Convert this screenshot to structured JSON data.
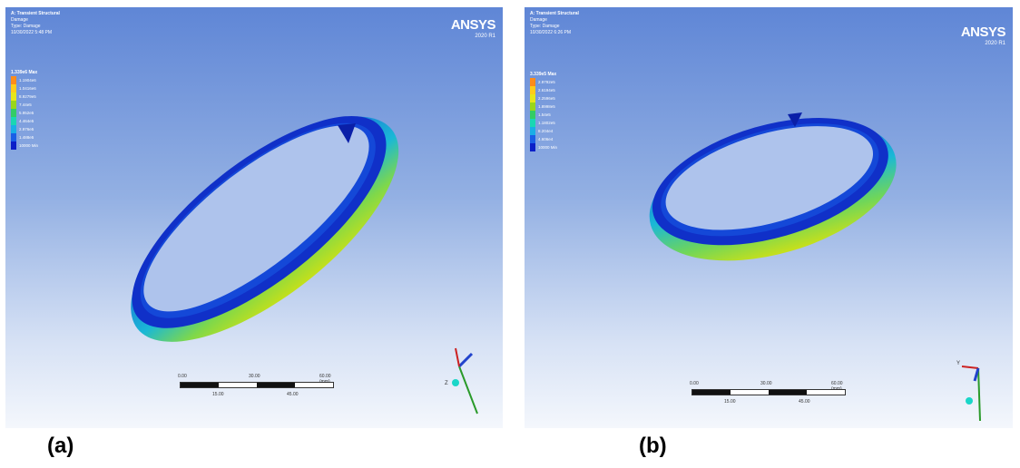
{
  "panels": [
    {
      "caption": "(a)",
      "header": {
        "title": "A: Transient Structural",
        "type": "Damage",
        "subtitle": "Type: Damage",
        "time": "10/30/2022 5:48 PM"
      },
      "logo": {
        "name": "ANSYS",
        "version": "2020 R1"
      },
      "legend": {
        "title": "1.339e6 Max",
        "values": [
          "1.1904e6",
          "1.0416e6",
          "8.9279e5",
          "7.44e5",
          "5.952e5",
          "4.464e5",
          "2.976e5",
          "1.488e5",
          "10000 Min"
        ]
      },
      "scale": {
        "top_labels": [
          "0.00",
          "30.00",
          "60.00 (mm)"
        ],
        "bottom_labels": [
          "15.00",
          "45.00"
        ]
      }
    },
    {
      "caption": "(b)",
      "header": {
        "title": "A: Transient Structural",
        "type": "Damage",
        "subtitle": "Type: Damage",
        "time": "10/30/2022 6:26 PM"
      },
      "logo": {
        "name": "ANSYS",
        "version": "2020 R1"
      },
      "legend": {
        "title": "3.339e5 Max",
        "values": [
          "2.9792e5",
          "2.6194e5",
          "2.2596e5",
          "1.8998e5",
          "1.54e5",
          "1.1802e5",
          "8.204e4",
          "4.606e4",
          "10000 Min"
        ]
      },
      "scale": {
        "top_labels": [
          "0.00",
          "30.00",
          "60.00 (mm)"
        ],
        "bottom_labels": [
          "15.00",
          "45.00"
        ]
      }
    }
  ],
  "legend_colors": [
    "#e31a1c",
    "#ff8c1a",
    "#ffcc1a",
    "#e6e61a",
    "#99d61a",
    "#33cc66",
    "#1ad6b3",
    "#1aaee6",
    "#1a5fe6",
    "#0a1fc8"
  ],
  "colors": {
    "ring_inner": "#1030c8",
    "ring_outer_low": "#1ab8d6",
    "ring_outer_high": "#b8e01a"
  }
}
